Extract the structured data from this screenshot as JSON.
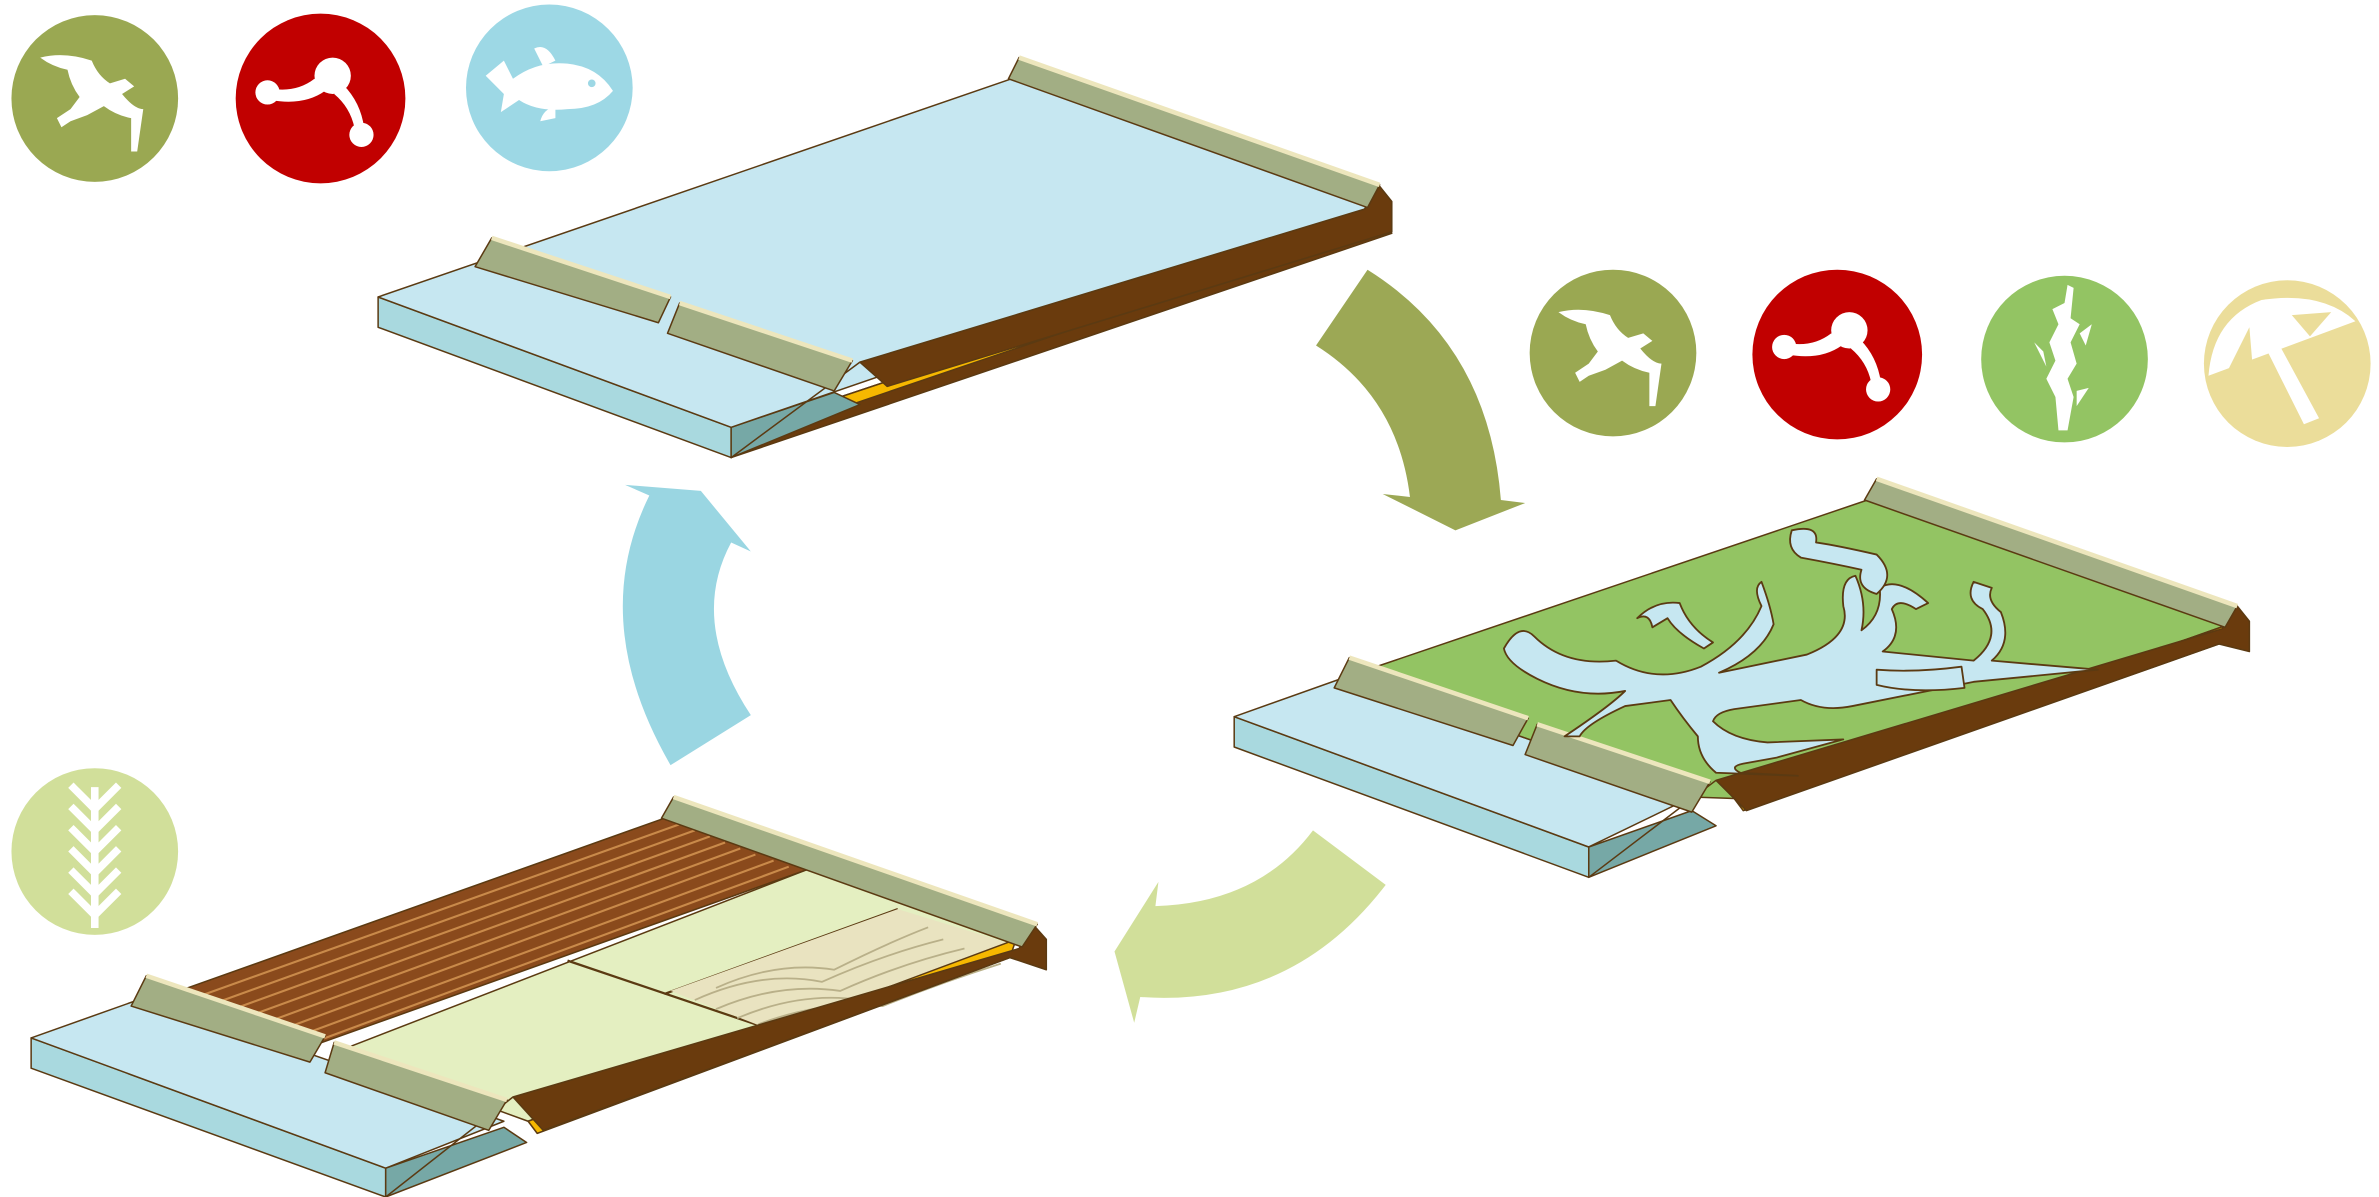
{
  "colors": {
    "background": "#ffffff",
    "water": "#c6e7f1",
    "water_side": "#a9d9df",
    "water_side_dark": "#76a8a6",
    "dike_top": "#a2ae84",
    "dike_light": "#ede6bd",
    "soil": "#6a3b0d",
    "sand": "#f6b800",
    "marsh": "#93c463",
    "meadow": "#e4efc1",
    "plowed": "#8a4a1c",
    "outline": "#5b3a12",
    "arrow_olive": "#9ca855",
    "arrow_light_green": "#d1df9a",
    "arrow_blue": "#9ad6e2",
    "badge_bird": "#9aa852",
    "badge_worm": "#c10000",
    "badge_fish": "#9dd8e5",
    "badge_reed": "#93c463",
    "badge_umbrella": "#ebdd9a",
    "badge_wheat": "#d1df9a"
  },
  "stages": [
    {
      "id": "flooded",
      "icons": [
        {
          "name": "bird-icon",
          "color": "badge_bird"
        },
        {
          "name": "worm-icon",
          "color": "badge_worm"
        },
        {
          "name": "fish-icon",
          "color": "badge_fish"
        }
      ]
    },
    {
      "id": "salt-marsh",
      "icons": [
        {
          "name": "bird-icon",
          "color": "badge_bird"
        },
        {
          "name": "worm-icon",
          "color": "badge_worm"
        },
        {
          "name": "reed-icon",
          "color": "badge_reed"
        },
        {
          "name": "umbrella-icon",
          "color": "badge_umbrella"
        }
      ]
    },
    {
      "id": "farmland",
      "icons": [
        {
          "name": "wheat-icon",
          "color": "badge_wheat"
        }
      ]
    }
  ],
  "cycle_arrows": [
    {
      "name": "arrow-flooded-to-marsh",
      "color": "arrow_olive"
    },
    {
      "name": "arrow-marsh-to-farmland",
      "color": "arrow_light_green"
    },
    {
      "name": "arrow-farmland-to-flooded",
      "color": "arrow_blue"
    }
  ]
}
